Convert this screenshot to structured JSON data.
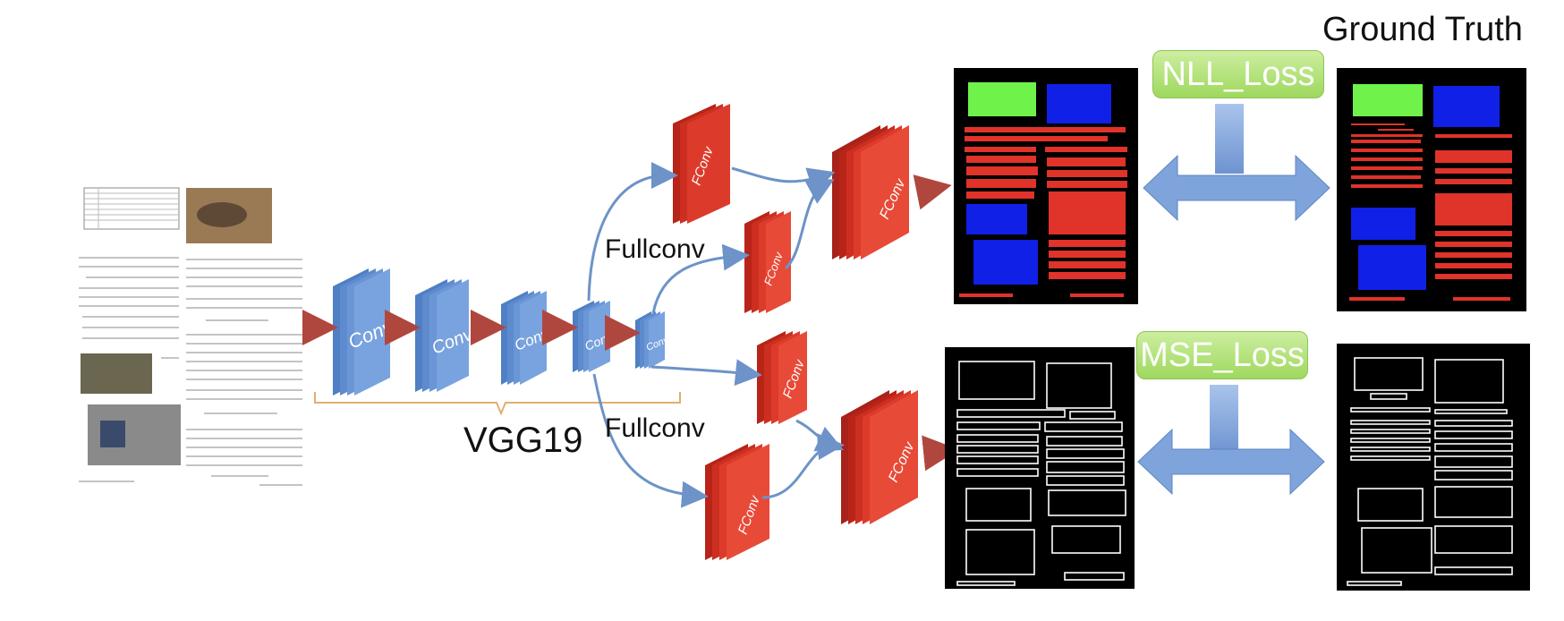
{
  "labels": {
    "ground_truth": "Ground Truth",
    "vgg": "VGG19",
    "fullconv_top": "Fullconv",
    "fullconv_bottom": "Fullconv",
    "nll_loss": "NLL_Loss",
    "mse_loss": "MSE_Loss",
    "conv": "Conv",
    "fconv": "FConv"
  },
  "colors": {
    "conv_blue": "#6e9bd8",
    "fconv_red": "#d93a2b",
    "arrow_red": "#b0473e",
    "arrow_blue": "#6d93c8",
    "loss_green": "#a8dc6c",
    "mask_green": "#6ff24a",
    "mask_blue": "#1020e6",
    "mask_red": "#e0332a",
    "bracket": "#e0b070"
  }
}
